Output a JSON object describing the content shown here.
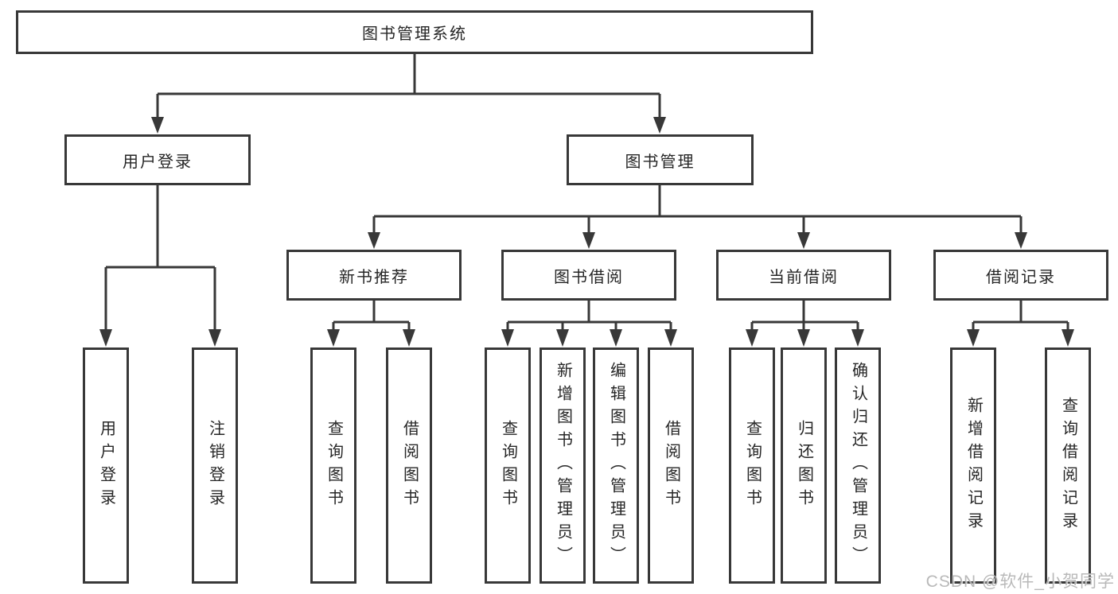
{
  "tree": {
    "label": "图书管理系统",
    "children": [
      {
        "label": "用户登录",
        "children": [
          {
            "label": "用户登录"
          },
          {
            "label": "注销登录"
          }
        ]
      },
      {
        "label": "图书管理",
        "children": [
          {
            "label": "新书推荐",
            "children": [
              {
                "label": "查询图书"
              },
              {
                "label": "借阅图书"
              }
            ]
          },
          {
            "label": "图书借阅",
            "children": [
              {
                "label": "查询图书"
              },
              {
                "label": "新增图书（管理员）"
              },
              {
                "label": "编辑图书（管理员）"
              },
              {
                "label": "借阅图书"
              }
            ]
          },
          {
            "label": "当前借阅",
            "children": [
              {
                "label": "查询图书"
              },
              {
                "label": "归还图书"
              },
              {
                "label": "确认归还（管理员）"
              }
            ]
          },
          {
            "label": "借阅记录",
            "children": [
              {
                "label": "新增借阅记录"
              },
              {
                "label": "查询借阅记录"
              }
            ]
          }
        ]
      }
    ]
  },
  "watermark": {
    "text": "CSDN @软件_小贺同学"
  },
  "colors": {
    "line": "#383838",
    "box_border": "#383838",
    "text": "#262626",
    "watermark": "#b4b4b4",
    "background": "#ffffff"
  }
}
